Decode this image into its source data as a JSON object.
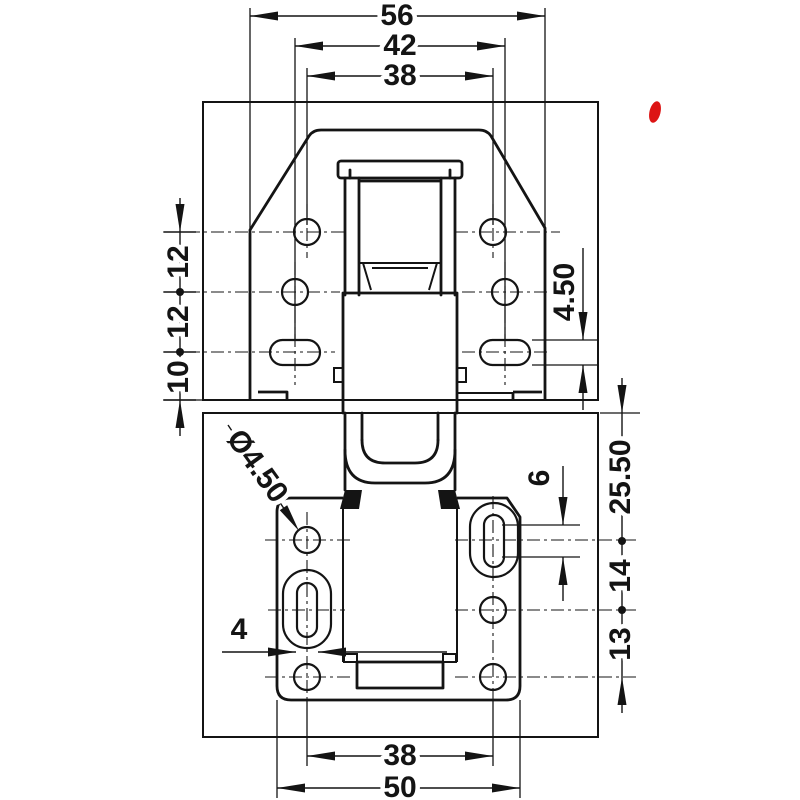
{
  "colors": {
    "line": "#141414",
    "background": "#ffffff",
    "red_mark": "#dd1414"
  },
  "dimensions": {
    "top": {
      "overall_width": "56",
      "slot_spacing": "42",
      "hole_spacing": "38"
    },
    "left_chain": {
      "labels": [
        "12",
        "12",
        "10"
      ],
      "separator": "•"
    },
    "upper_slot_height": "4.50",
    "hole_diameter": "Ø4.50",
    "lower_slot_travel": "6",
    "right_chain": {
      "labels": [
        "25.50",
        "14",
        "13"
      ],
      "separator": "•"
    },
    "lower_slot_width": "4",
    "bottom": {
      "hole_spacing": "38",
      "plate_width": "50"
    }
  }
}
